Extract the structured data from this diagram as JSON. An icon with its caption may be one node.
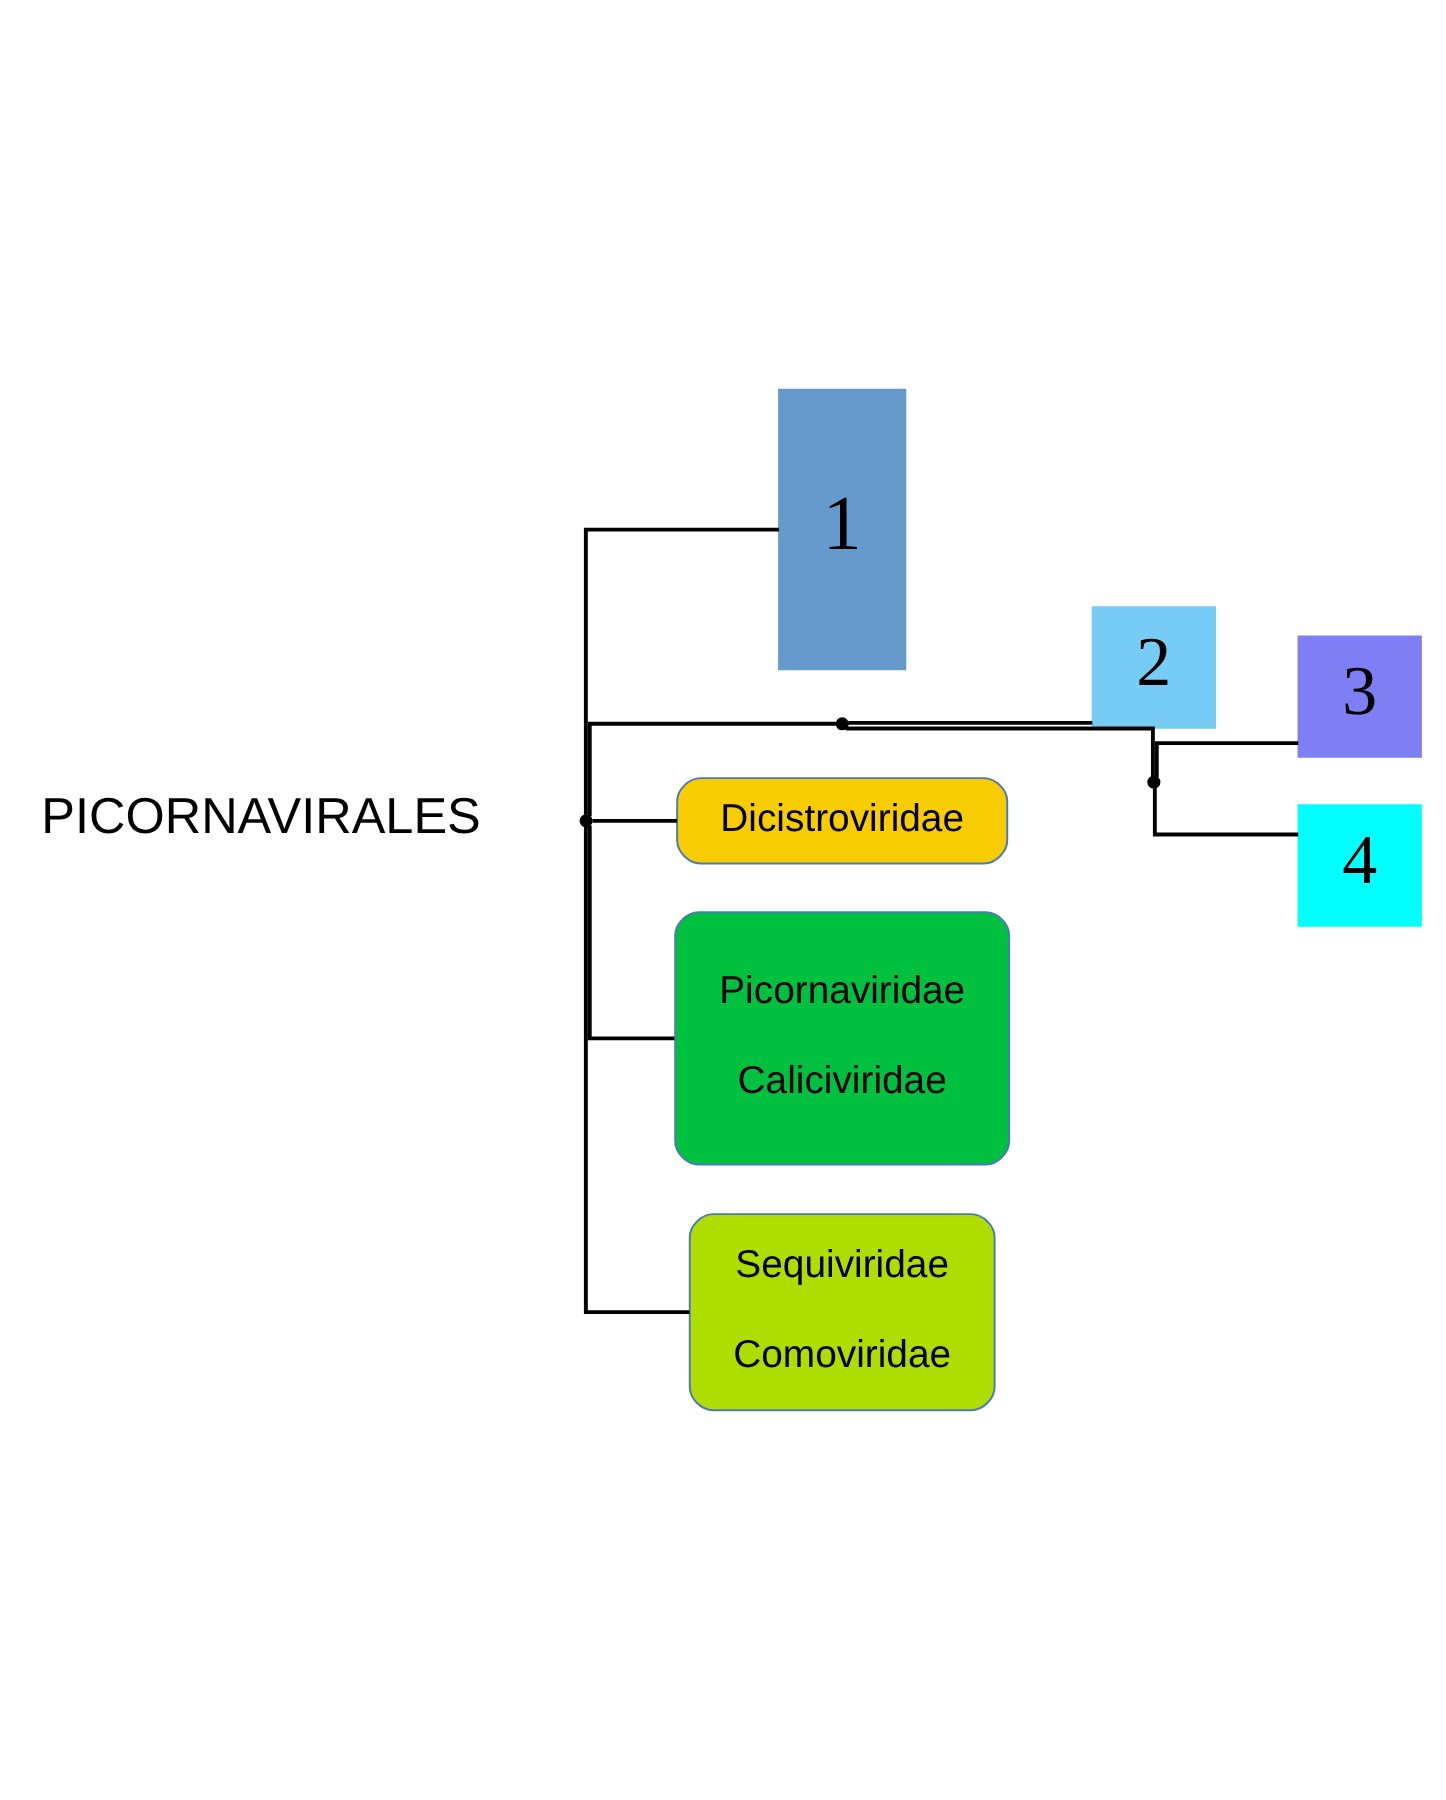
{
  "diagram": {
    "nodes": [
      {
        "text": [],
        "shape": "point"
      },
      {
        "text": [
          "1"
        ]
      },
      {
        "text": [],
        "shape": "point"
      },
      {
        "text": [
          "2"
        ]
      },
      {
        "text": [],
        "shape": "point"
      },
      {
        "text": [
          "3"
        ]
      },
      {
        "text": [
          "4"
        ]
      },
      {
        "text": [
          "Dicistroviridae"
        ]
      },
      {
        "text": [
          "Picornaviridae",
          "Caliciviridae"
        ]
      },
      {
        "text": [
          "Sequiviridae",
          "Comoviridae"
        ]
      }
    ],
    "edges": [
      {
        "from": 0,
        "to": 1,
        "arrow": "none"
      },
      {
        "from": 0,
        "to": 2,
        "arrow": "none"
      },
      {
        "from": 2,
        "to": 3,
        "arrow": "none"
      },
      {
        "from": 2,
        "to": 4,
        "arrow": "none"
      },
      {
        "from": 4,
        "to": 5,
        "arrow": "none"
      },
      {
        "from": 4,
        "to": 6,
        "arrow": "none"
      },
      {
        "from": 0,
        "to": 7,
        "arrow": "none"
      },
      {
        "from": 0,
        "to": 8,
        "arrow": "none"
      },
      {
        "from": 0,
        "to": 9,
        "arrow": "none"
      }
    ],
    "labels": [
      "PICORNAVIRALES"
    ]
  }
}
